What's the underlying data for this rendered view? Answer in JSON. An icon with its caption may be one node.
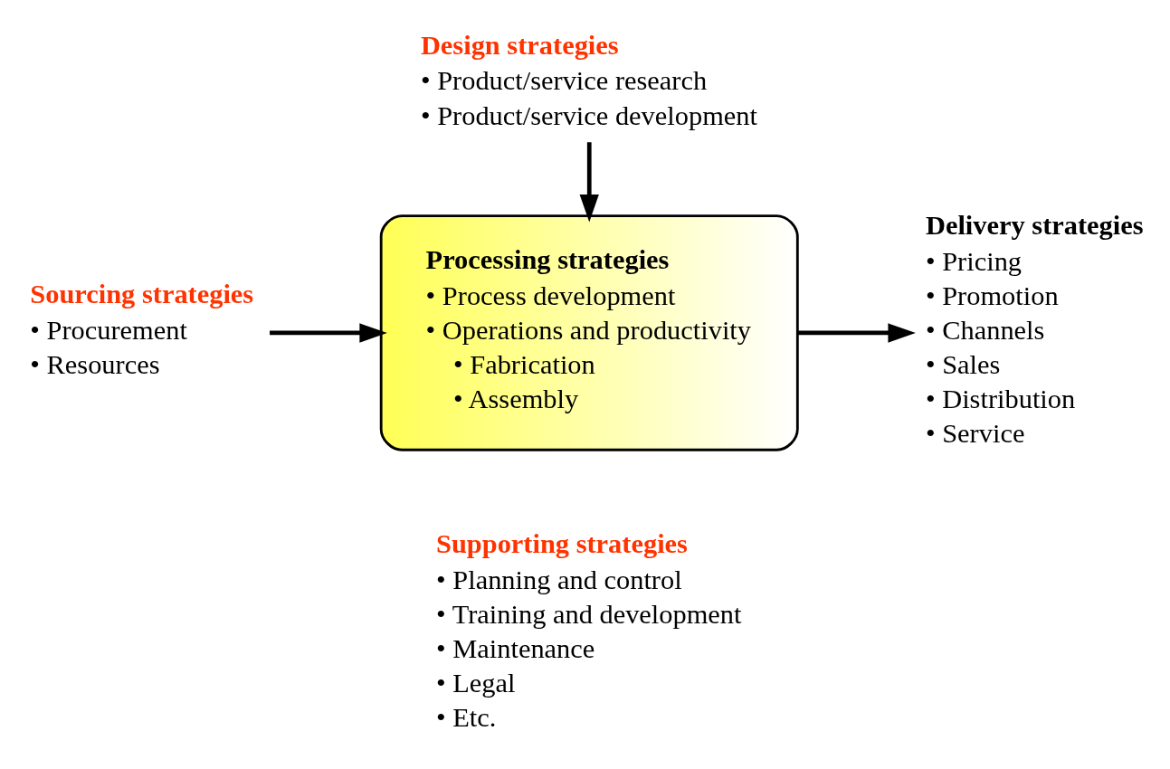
{
  "diagram": {
    "nodes": [
      {
        "text": [
          "Design strategies",
          "• Product/service research",
          "• Product/service development"
        ]
      },
      {
        "text": [
          "Processing strategies",
          "• Process development",
          "• Operations and productivity",
          "• Fabrication",
          "• Assembly"
        ]
      },
      {
        "text": [
          "Sourcing strategies",
          "• Procurement",
          "• Resources"
        ]
      },
      {
        "text": [
          "Delivery strategies",
          "• Pricing",
          "• Promotion",
          "• Channels",
          "• Sales",
          "• Distribution",
          "• Service"
        ]
      },
      {
        "text": [
          "Supporting strategies",
          "• Planning and control",
          "• Training and development",
          "• Maintenance",
          "• Legal",
          "• Etc."
        ]
      }
    ],
    "edges": [
      {
        "from": 0,
        "to": 1,
        "arrow": "to"
      },
      {
        "from": 2,
        "to": 1,
        "arrow": "to"
      },
      {
        "from": 1,
        "to": 3,
        "arrow": "to"
      }
    ]
  }
}
